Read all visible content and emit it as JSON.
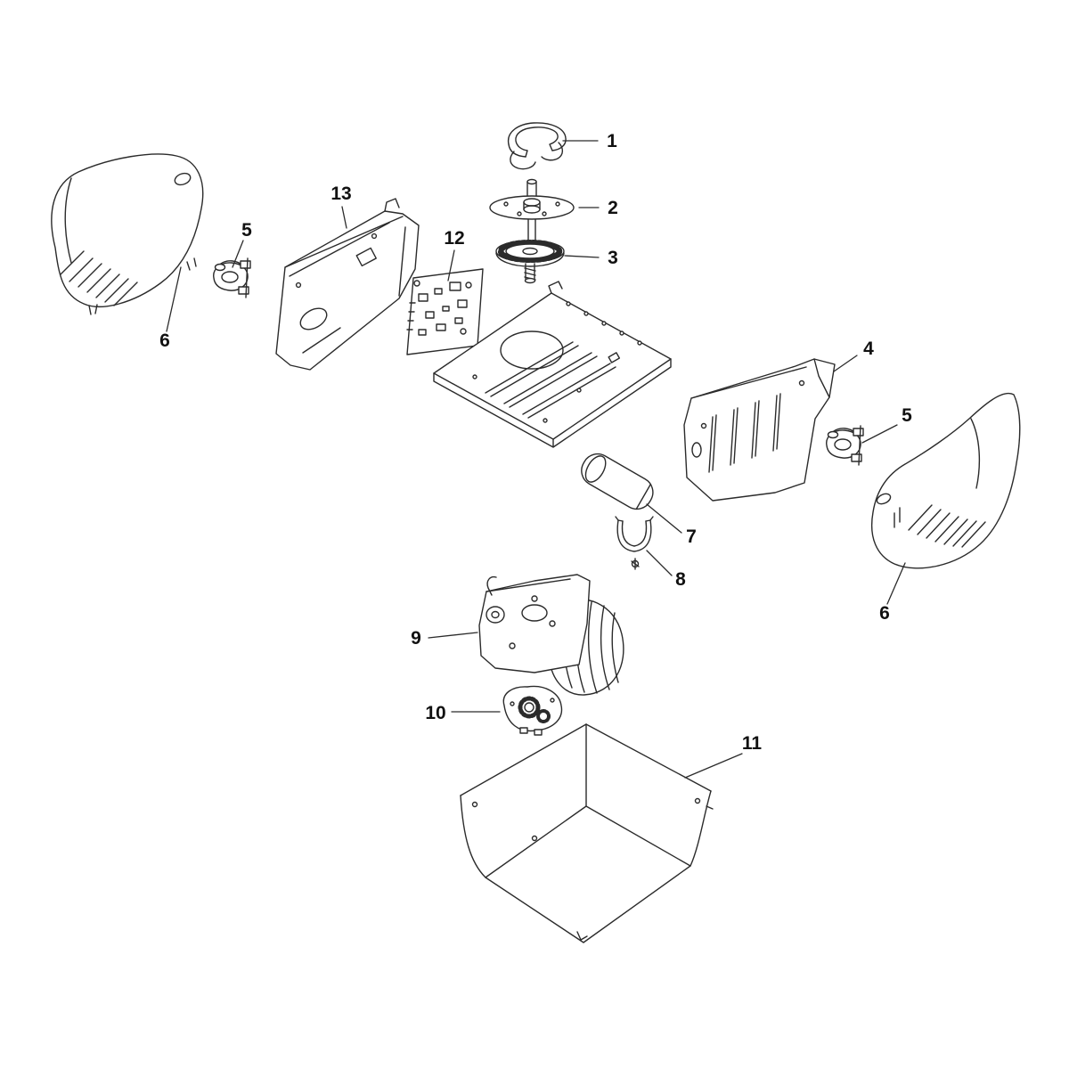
{
  "diagram": {
    "type": "exploded-parts-diagram",
    "background_color": "#ffffff",
    "line_color": "#2b2b2b",
    "label_color": "#111111",
    "callouts": [
      {
        "id": "1",
        "label": "1",
        "part": "lamp-socket-retainer"
      },
      {
        "id": "2",
        "label": "2",
        "part": "drive-sprocket-plate"
      },
      {
        "id": "3",
        "label": "3",
        "part": "drive-gear"
      },
      {
        "id": "4",
        "label": "4",
        "part": "frame-side-right"
      },
      {
        "id": "5a",
        "label": "5",
        "part": "cable-clamp"
      },
      {
        "id": "5b",
        "label": "5",
        "part": "cable-clamp"
      },
      {
        "id": "6a",
        "label": "6",
        "part": "end-cover-left"
      },
      {
        "id": "6b",
        "label": "6",
        "part": "end-cover-right"
      },
      {
        "id": "7",
        "label": "7",
        "part": "capacitor"
      },
      {
        "id": "8",
        "label": "8",
        "part": "capacitor-strap"
      },
      {
        "id": "9",
        "label": "9",
        "part": "motor-assembly"
      },
      {
        "id": "10",
        "label": "10",
        "part": "limit-switch-assembly"
      },
      {
        "id": "11",
        "label": "11",
        "part": "bottom-pan"
      },
      {
        "id": "12",
        "label": "12",
        "part": "circuit-board"
      },
      {
        "id": "13",
        "label": "13",
        "part": "frame-side-left"
      }
    ]
  }
}
